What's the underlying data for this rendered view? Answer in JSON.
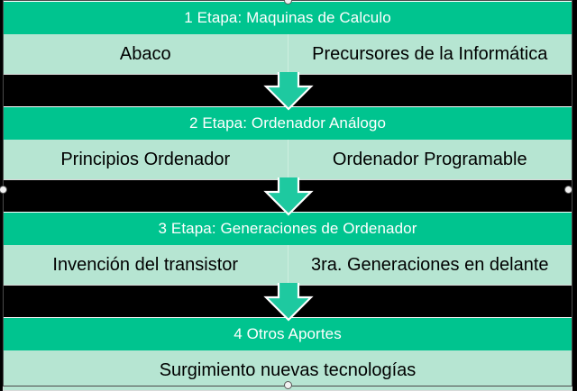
{
  "diagram": {
    "title_visible": false,
    "colors": {
      "header_fill": "#00c48f",
      "body_fill": "#b6e5d2",
      "background": "#000000",
      "arrow_fill": "#1ec9a0",
      "arrow_outline": "#ffffff",
      "header_text": "#ffffff",
      "body_text": "#000000",
      "selection_handle": "#f2f2f2"
    },
    "stages": [
      {
        "header": "1 Etapa: Maquinas de Calculo",
        "cells": [
          "Abaco",
          "Precursores de la Informática"
        ]
      },
      {
        "header": "2 Etapa: Ordenador Análogo",
        "cells": [
          "Principios Ordenador",
          "Ordenador Programable"
        ]
      },
      {
        "header": "3 Etapa: Generaciones de Ordenador",
        "cells": [
          "Invención del transistor",
          "3ra. Generaciones en delante"
        ]
      },
      {
        "header": "4 Otros Aportes",
        "cells": [
          "Surgimiento nuevas tecnologías"
        ]
      }
    ],
    "connectors": [
      {
        "name": "down-arrow-icon",
        "between": "stage-1-to-stage-2"
      },
      {
        "name": "down-arrow-icon",
        "between": "stage-2-to-stage-3"
      },
      {
        "name": "down-arrow-icon",
        "between": "stage-3-to-stage-4"
      }
    ],
    "selection": {
      "active": true,
      "handles": [
        "top-center",
        "middle-left",
        "middle-right",
        "bottom-center"
      ]
    }
  }
}
